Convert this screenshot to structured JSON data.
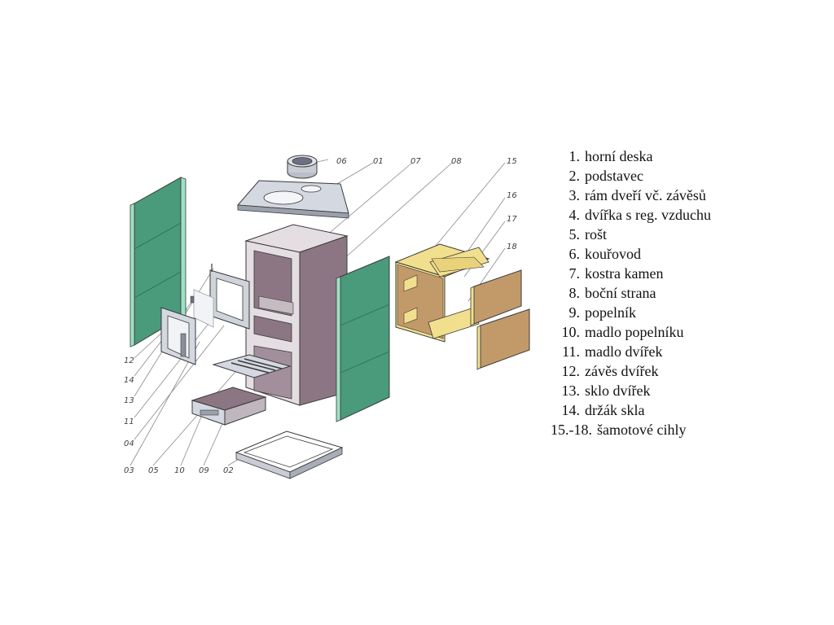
{
  "callouts": {
    "c06": "06",
    "c01": "01",
    "c07": "07",
    "c08": "08",
    "c15": "15",
    "c16": "16",
    "c17": "17",
    "c18": "18",
    "c12": "12",
    "c14": "14",
    "c13": "13",
    "c11": "11",
    "c04": "04",
    "c03": "03",
    "c05": "05",
    "c10": "10",
    "c09": "09",
    "c02": "02"
  },
  "legend": [
    {
      "num": "1.",
      "text": "horní deska"
    },
    {
      "num": "2.",
      "text": "podstavec"
    },
    {
      "num": "3.",
      "text": "rám dveří vč. závěsů"
    },
    {
      "num": "4.",
      "text": "dvířka s reg. vzduchu"
    },
    {
      "num": "5.",
      "text": "rošt"
    },
    {
      "num": "6.",
      "text": "kouřovod"
    },
    {
      "num": "7.",
      "text": "kostra kamen"
    },
    {
      "num": "8.",
      "text": "boční strana"
    },
    {
      "num": "9.",
      "text": "popelník"
    },
    {
      "num": "10.",
      "text": "madlo popelníku"
    },
    {
      "num": "11.",
      "text": "madlo dvířek"
    },
    {
      "num": "12.",
      "text": "závěs dvířek"
    },
    {
      "num": "13.",
      "text": "sklo dvířek"
    },
    {
      "num": "14.",
      "text": "držák skla"
    },
    {
      "num": "15.-18.",
      "text": "šamotové cihly"
    }
  ],
  "colors": {
    "side_panel": "#4a9a7c",
    "side_panel_edge": "#9ee0c4",
    "body": "#8c7684",
    "body_light": "#e4dee2",
    "brick": "#f2df8e",
    "brick_dark": "#c29a6a",
    "metal": "#c8ccd4",
    "outline": "#3a3a3a"
  }
}
